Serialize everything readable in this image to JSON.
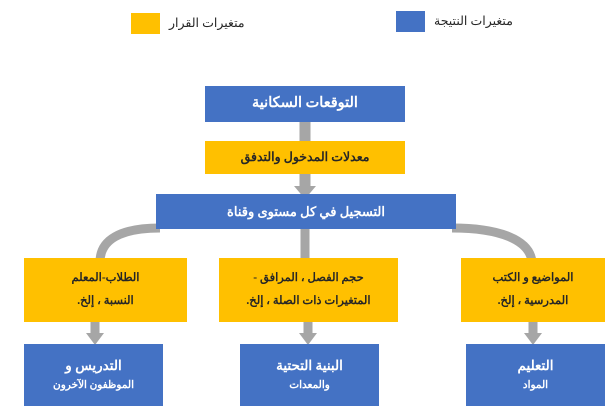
{
  "legend": {
    "outcome": {
      "label": "متغيرات النتيجة",
      "color": "#4472c4",
      "swatch_name": "outcome-variables-swatch"
    },
    "decision": {
      "label": "متغيرات القرار",
      "color": "#ffc000",
      "swatch_name": "decision-variables-swatch"
    }
  },
  "nodes": {
    "population": {
      "line1": "التوقعات السكانية",
      "line2": "",
      "type": "outcome"
    },
    "intake": {
      "line1": "معدلات المدخول والتدفق",
      "line2": "",
      "type": "decision"
    },
    "enrollment": {
      "line1": "التسجيل في كل مستوى وقناة",
      "line2": "",
      "type": "outcome"
    },
    "ratio": {
      "line1": "الطلاب-المعلم",
      "line2": "النسبة ، إلخ.",
      "type": "decision"
    },
    "class": {
      "line1": "حجم الفصل ، المرافق -",
      "line2": "المتغيرات ذات الصلة ، إلخ.",
      "type": "decision"
    },
    "subjects": {
      "line1": "المواضيع و الكتب",
      "line2": "المدرسية ، إلخ.",
      "type": "decision"
    },
    "teaching": {
      "line1": "التدريس و",
      "line2": "الموظفون الآخرون",
      "type": "outcome"
    },
    "infrastructure": {
      "line1": "البنية التحتية",
      "line2": "والمعدات",
      "type": "outcome"
    },
    "materials": {
      "line1": "التعليم",
      "line2": "المواد",
      "type": "outcome"
    }
  },
  "connectors": {
    "color": "#a6a6a6",
    "items": [
      {
        "name": "connector-population-to-intake",
        "from": "population",
        "to": "intake",
        "style": "straight-down"
      },
      {
        "name": "connector-intake-to-enrollment",
        "from": "intake",
        "to": "enrollment",
        "style": "arrow-down"
      },
      {
        "name": "connector-enrollment-to-ratio",
        "from": "enrollment",
        "to": "ratio",
        "style": "curve-left"
      },
      {
        "name": "connector-enrollment-to-class",
        "from": "enrollment",
        "to": "class",
        "style": "straight-down"
      },
      {
        "name": "connector-enrollment-to-subjects",
        "from": "enrollment",
        "to": "subjects",
        "style": "curve-right"
      },
      {
        "name": "connector-ratio-to-teaching",
        "from": "ratio",
        "to": "teaching",
        "style": "arrow-down"
      },
      {
        "name": "connector-class-to-infrastructure",
        "from": "class",
        "to": "infrastructure",
        "style": "arrow-down"
      },
      {
        "name": "connector-subjects-to-materials",
        "from": "subjects",
        "to": "materials",
        "style": "arrow-down"
      }
    ]
  }
}
